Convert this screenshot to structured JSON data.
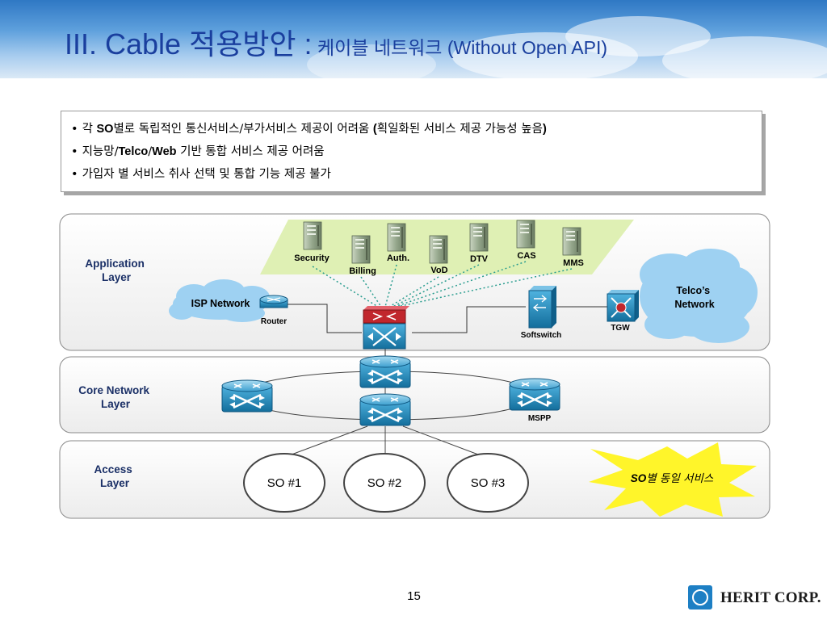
{
  "title": {
    "main": "III. Cable 적용방안 :",
    "sub": " 케이블 네트워크 (Without Open API)"
  },
  "bullets": [
    {
      "parts": [
        {
          "text": "각 "
        },
        {
          "text": "SO",
          "bold": true
        },
        {
          "text": "별로 독립적인 통신서비스/부가서비스 제공이 어려움 "
        },
        {
          "text": "(",
          "bold": true
        },
        {
          "text": "획일화된  서비스 제공 가능성 높음"
        },
        {
          "text": ")",
          "bold": true
        }
      ]
    },
    {
      "parts": [
        {
          "text": "지능망/"
        },
        {
          "text": "Telco",
          "bold": true
        },
        {
          "text": "/"
        },
        {
          "text": "Web",
          "bold": true
        },
        {
          "text": " 기반 통합 서비스 제공 어려움"
        }
      ]
    },
    {
      "parts": [
        {
          "text": "가입자 별 서비스 취사 선택  및 통합 기능 제공 불가"
        }
      ]
    }
  ],
  "layers": {
    "application": [
      "Application",
      "Layer"
    ],
    "core": [
      "Core Network",
      "Layer"
    ],
    "access": [
      "Access",
      "Layer"
    ]
  },
  "servers": {
    "security": "Security",
    "billing": "Billing",
    "auth": "Auth.",
    "vod": "VoD",
    "dtv": "DTV",
    "cas": "CAS",
    "mms": "MMS"
  },
  "nodes": {
    "isp_network": "ISP Network",
    "router": "Router",
    "softswitch": "Softswitch",
    "tgw": "TGW",
    "telco_network": [
      "Telco’s",
      "Network"
    ],
    "mspp": "MSPP"
  },
  "so_nodes": [
    "SO #1",
    "SO #2",
    "SO #3"
  ],
  "starburst": {
    "bold": "SO",
    "rest": "별 동일 서비스"
  },
  "page_number": "15",
  "logo": {
    "name": "HERIT CORP."
  },
  "colors": {
    "title": "#1a3f9e",
    "layer_label": "#1a2f66",
    "switch_blue": "#1e87b8",
    "server_panel": "#dff0b4",
    "cloud": "#9ed1f2",
    "starburst": "#fff52a",
    "dotted_link": "#2a9d8f"
  }
}
